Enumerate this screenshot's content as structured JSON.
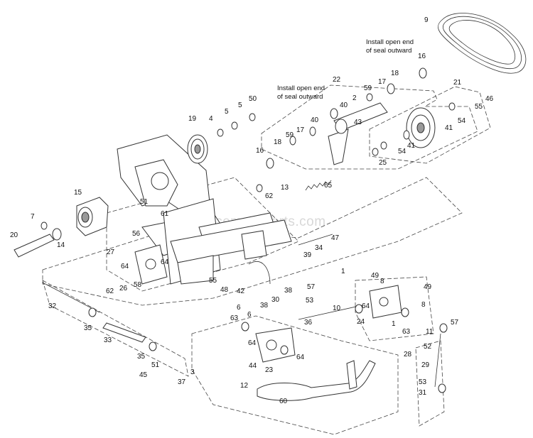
{
  "diagram": {
    "watermark": "eReplacementParts.com",
    "notes": [
      {
        "id": "note-a",
        "lines": [
          "Install open end",
          "of seal outward"
        ]
      },
      {
        "id": "note-b",
        "lines": [
          "Install open end",
          "of seal outward"
        ]
      }
    ],
    "callouts": [
      "9",
      "16",
      "18",
      "17",
      "22",
      "21",
      "46",
      "55",
      "59",
      "2",
      "40",
      "43",
      "40",
      "17",
      "59",
      "18",
      "16",
      "19",
      "4",
      "5",
      "5",
      "50",
      "41",
      "54",
      "41",
      "54",
      "25",
      "13",
      "62",
      "65",
      "15",
      "7",
      "20",
      "14",
      "51",
      "61",
      "56",
      "27",
      "64",
      "64",
      "62",
      "26",
      "58",
      "47",
      "34",
      "39",
      "55",
      "48",
      "42",
      "6",
      "30",
      "38",
      "38",
      "57",
      "53",
      "10",
      "6",
      "36",
      "63",
      "64",
      "44",
      "23",
      "64",
      "32",
      "35",
      "33",
      "35",
      "51",
      "45",
      "37",
      "3",
      "49",
      "8",
      "49",
      "64",
      "24",
      "1",
      "63",
      "8",
      "11",
      "57",
      "28",
      "52",
      "29",
      "53",
      "31",
      "12",
      "60",
      "1"
    ]
  }
}
